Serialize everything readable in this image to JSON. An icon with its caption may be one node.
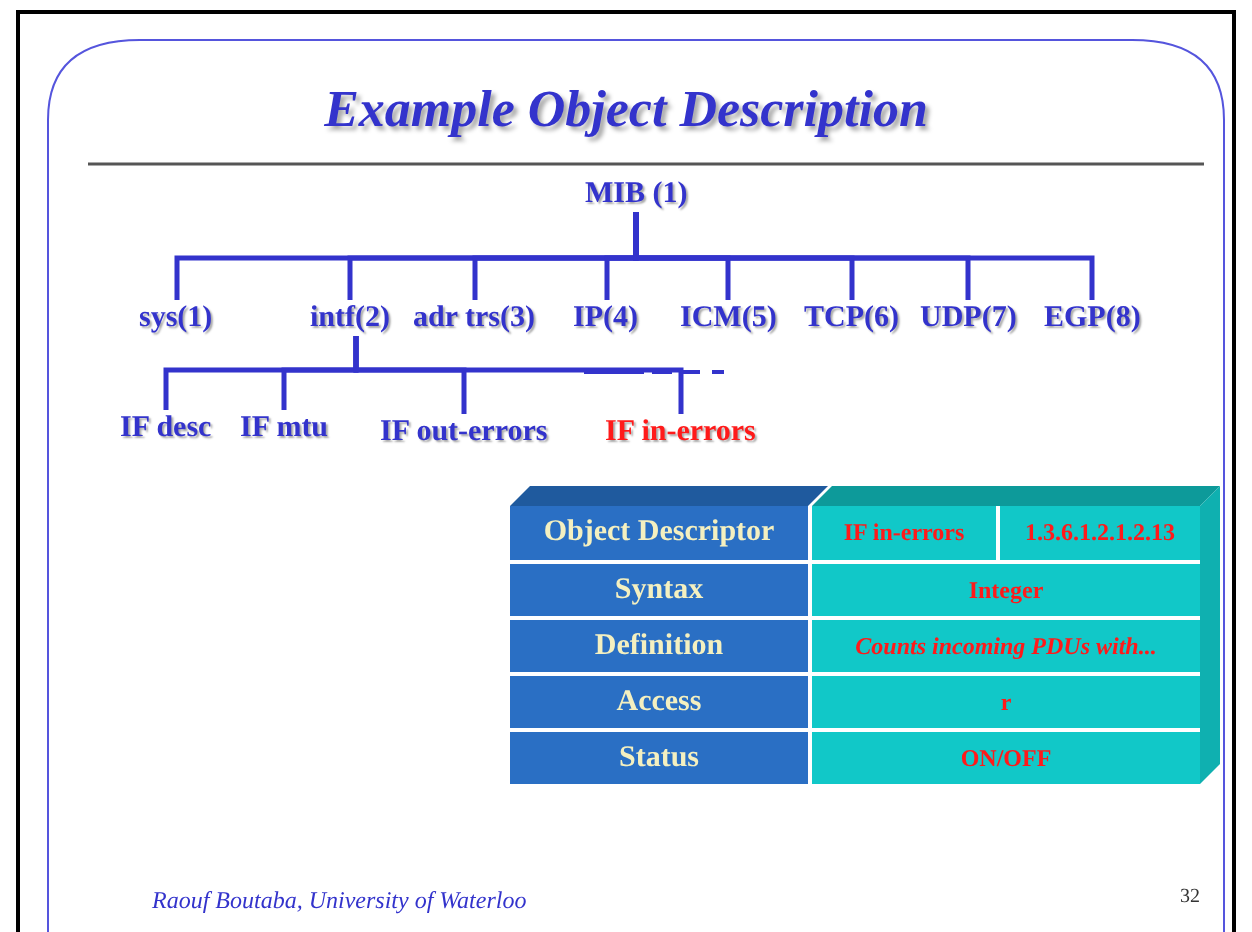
{
  "diagram": {
    "title": "Example Object Description",
    "nodes": [
      {
        "text": [
          "MIB (1)"
        ]
      },
      {
        "text": [
          "sys(1)"
        ]
      },
      {
        "text": [
          "intf(2)"
        ]
      },
      {
        "text": [
          "adr trs(3)"
        ]
      },
      {
        "text": [
          "IP(4)"
        ]
      },
      {
        "text": [
          "ICM(5)"
        ]
      },
      {
        "text": [
          "TCP(6)"
        ]
      },
      {
        "text": [
          "UDP(7)"
        ]
      },
      {
        "text": [
          "EGP(8)"
        ]
      },
      {
        "text": [
          "IF desc"
        ]
      },
      {
        "text": [
          "IF mtu"
        ]
      },
      {
        "text": [
          "IF out-errors"
        ]
      },
      {
        "text": [
          "IF in-errors"
        ]
      },
      {
        "text": [
          "Object Descriptor"
        ]
      },
      {
        "text": [
          "IF in-errors"
        ]
      },
      {
        "text": [
          "1.3.6.1.2.1.2.13"
        ]
      },
      {
        "text": [
          "Syntax"
        ]
      },
      {
        "text": [
          "Integer"
        ]
      },
      {
        "text": [
          "Definition"
        ]
      },
      {
        "text": [
          "Counts incoming PDUs with..."
        ]
      },
      {
        "text": [
          "Access"
        ]
      },
      {
        "text": [
          "r"
        ]
      },
      {
        "text": [
          "Status"
        ]
      },
      {
        "text": [
          "ON/OFF"
        ]
      }
    ],
    "edges": [
      {
        "from": 0,
        "to": 1,
        "arrow": "none"
      },
      {
        "from": 0,
        "to": 2,
        "arrow": "none"
      },
      {
        "from": 0,
        "to": 3,
        "arrow": "none"
      },
      {
        "from": 0,
        "to": 4,
        "arrow": "none"
      },
      {
        "from": 0,
        "to": 5,
        "arrow": "none"
      },
      {
        "from": 0,
        "to": 6,
        "arrow": "none"
      },
      {
        "from": 0,
        "to": 7,
        "arrow": "none"
      },
      {
        "from": 0,
        "to": 8,
        "arrow": "none"
      },
      {
        "from": 2,
        "to": 9,
        "arrow": "none"
      },
      {
        "from": 2,
        "to": 10,
        "arrow": "none"
      },
      {
        "from": 2,
        "to": 11,
        "arrow": "none"
      },
      {
        "from": 2,
        "to": 12,
        "arrow": "none"
      }
    ],
    "labels": [
      "Raouf Boutaba, University of Waterloo",
      "32"
    ]
  }
}
